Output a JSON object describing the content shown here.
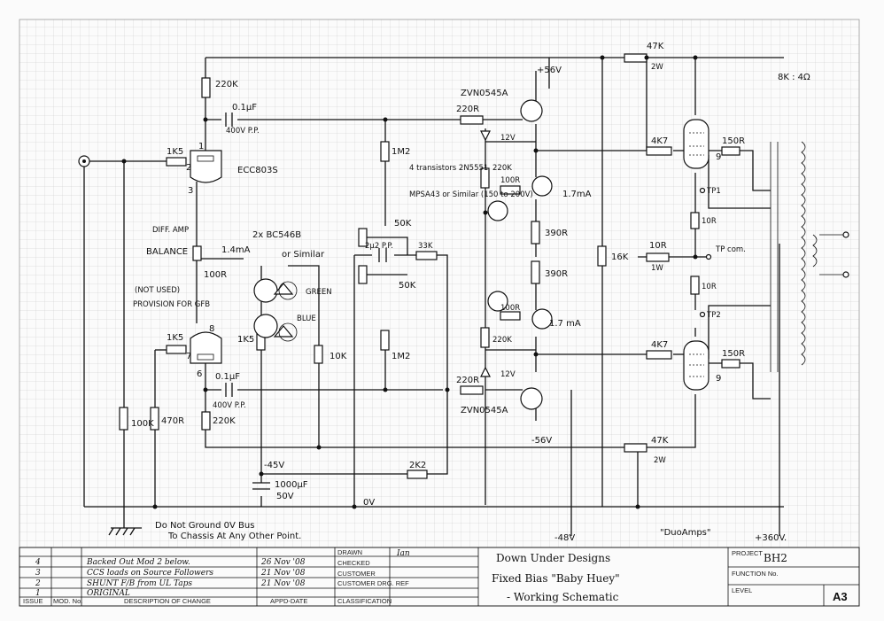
{
  "labels": {
    "r_220k_top": "220K",
    "c_top": "0.1µF",
    "c_top_rating": "400V P.P.",
    "r_1k5_top": "1K5",
    "tube_top": "ECC803S",
    "pin1": "1",
    "pin2": "2",
    "pin3": "3",
    "pin6": "6",
    "pin7": "7",
    "pin8": "8",
    "diff_amp": "DIFF. AMP",
    "balance": "BALANCE",
    "r_100r": "100R",
    "ccs_current": "1.4mA",
    "bc546b": "2x BC546B",
    "or_similar": "or Similar",
    "green": "GREEN",
    "blue": "BLUE",
    "not_used": "(NOT USED)",
    "provision_gfb": "PROVISION FOR GFB",
    "r_1k5_bot": "1K5",
    "r_1k5_mid": "1K5",
    "r_10k": "10K",
    "c_bot": "0.1µF",
    "c_bot_rating": "400V P.P.",
    "r_220k_bot": "220K",
    "r_100k": "100K",
    "r_470r": "470R",
    "r_1m2_top": "1M2",
    "r_1m2_bot": "1M2",
    "pot_50k_top": "50K",
    "pot_50k_bot": "50K",
    "c_2u2": "2µ2 P.P.",
    "r_33k": "33K",
    "neg45": "-45V",
    "c_1000": "1000µF",
    "c_1000_rating": "50V",
    "r_2k2": "2K2",
    "zero_v": "0V",
    "do_not_ground": "Do Not Ground 0V Bus",
    "to_chassis": "To Chassis At Any Other Point.",
    "mosfet_top": "ZVN0545A",
    "plus56": "+56V",
    "r_220r_top": "220R",
    "z12_top": "12V",
    "transistors": "4 transistors 2N5551",
    "mpsa43": "MPSA43 or Similar (150 to 200V)",
    "r_220k_ccs": "220K",
    "r_100r_ccs": "100R",
    "i_ccs_top": "1.7mA",
    "r_390r_a": "390R",
    "r_390r_b": "390R",
    "r_100r_ccs2": "100R",
    "i_ccs_bot": "1.7 mA",
    "r_220k_ccs2": "220K",
    "r_220r_bot": "220R",
    "z12_bot": "12V",
    "mosfet_bot": "ZVN0545A",
    "minus56": "-56V",
    "r_16k": "16K",
    "minus48": "-48V",
    "r_47k_top": "47K",
    "r_47k_top_rating": "2W",
    "r_47k_bot": "47K",
    "r_47k_bot_rating": "2W",
    "r_4k7_top": "4K7",
    "r_4k7_bot": "4K7",
    "r_150r_top": "150R",
    "r_150r_bot": "150R",
    "tp1": "TP1",
    "tp2": "TP2",
    "tp_com": "TP com.",
    "r_10r_a": "10R",
    "r_10r_b": "10R",
    "r_10r_c": "10R",
    "r_10r_c_rating": "1W",
    "pin9": "9",
    "impedance": "8K : 4Ω",
    "plus360": "+360V.",
    "duo_amps": "\"DuoAmps\""
  },
  "title_block": {
    "drawn_label": "DRAWN",
    "drawn_value": "Ian",
    "checked_label": "CHECKED",
    "customer_label": "CUSTOMER",
    "customer_drg_label": "CUSTOMER DRG. REF",
    "classification_label": "CLASSIFICATION",
    "issue_label": "ISSUE",
    "mod_label": "MOD. No.",
    "desc_label": "DESCRIPTION OF CHANGE",
    "appd_label": "APPD-DATE",
    "company": "Down Under Designs",
    "title_line1": "Fixed Bias \"Baby Huey\"",
    "title_line2": "- Working Schematic",
    "project_label": "PROJECT",
    "project_value": "BH2",
    "function_label": "FUNCTION No.",
    "level_label": "LEVEL",
    "size": "A3",
    "revisions": [
      {
        "issue": "4",
        "desc": "Backed Out Mod 2 below.",
        "date": "26 Nov '08"
      },
      {
        "issue": "3",
        "desc": "CCS loads on Source Followers",
        "date": "21 Nov '08"
      },
      {
        "issue": "2",
        "desc": "SHUNT F/B from UL Taps",
        "date": "21 Nov '08"
      },
      {
        "issue": "1",
        "desc": "ORIGINAL",
        "date": ""
      }
    ]
  }
}
